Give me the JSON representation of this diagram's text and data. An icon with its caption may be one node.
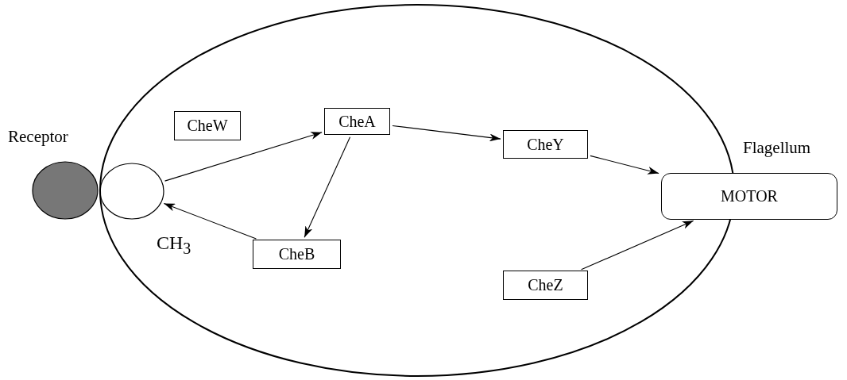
{
  "diagram": {
    "nodes": [
      {
        "text": [],
        "shape": "ellipse"
      },
      {
        "text": [],
        "shape": "ellipse",
        "beside": [
          "Receptor"
        ]
      },
      {
        "text": [],
        "shape": "ellipse",
        "in": 0
      },
      {
        "text": [
          "CheW"
        ],
        "in": 0
      },
      {
        "text": [
          "CheA"
        ],
        "in": 0
      },
      {
        "text": [
          "CheY"
        ],
        "in": 0
      },
      {
        "text": [
          "CheB"
        ],
        "in": 0
      },
      {
        "text": [
          "CheZ"
        ],
        "in": 0
      },
      {
        "text": [
          "MOTOR"
        ]
      }
    ],
    "edges": [
      {
        "from": 2,
        "to": 4,
        "arrow": "to"
      },
      {
        "from": 4,
        "to": 5,
        "arrow": "to"
      },
      {
        "from": 4,
        "to": 6,
        "arrow": "to"
      },
      {
        "from": 6,
        "to": 2,
        "arrow": "to"
      },
      {
        "from": 5,
        "to": 8,
        "arrow": "to"
      },
      {
        "from": 7,
        "to": 8,
        "arrow": "to"
      }
    ],
    "labels": [
      "Flagellum",
      "CH$_{3}$"
    ]
  }
}
